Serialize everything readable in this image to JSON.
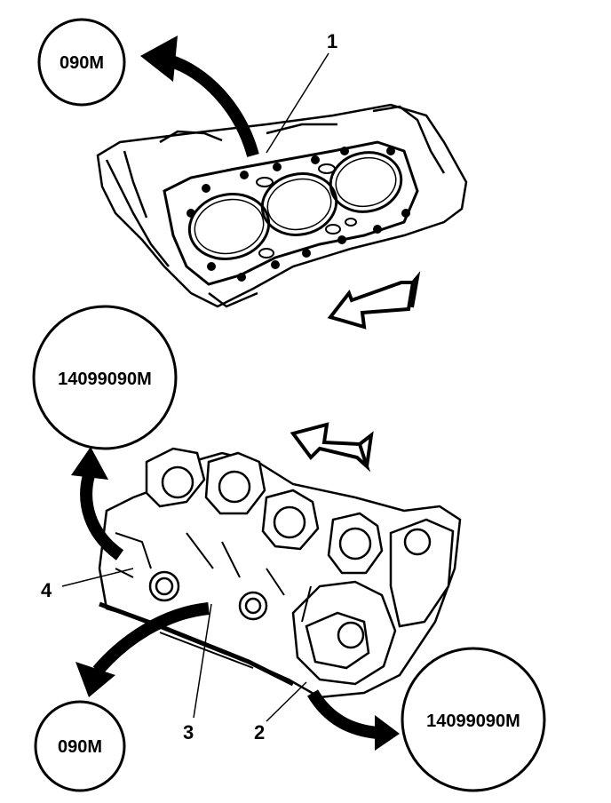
{
  "diagram": {
    "marks": {
      "top_left": "090M",
      "middle_left": "14099090M",
      "bottom_left": "090M",
      "bottom_right": "14099090M"
    },
    "callouts": {
      "c1": "1",
      "c2": "2",
      "c3": "3",
      "c4": "4"
    }
  },
  "colors": {
    "ink": "#000000",
    "paper": "#ffffff"
  }
}
